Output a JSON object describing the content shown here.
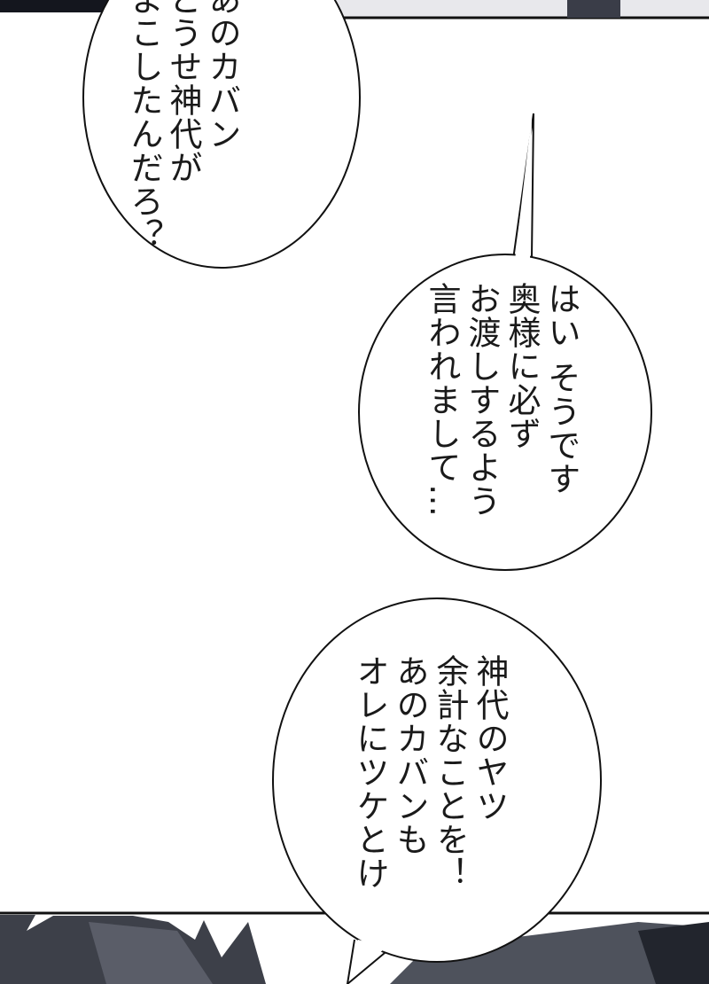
{
  "bubbles": [
    {
      "lines": [
        "あのカバン",
        "どうせ神代が",
        "よこしたんだろ？"
      ]
    },
    {
      "lines": [
        "はい そうです",
        "奥様に必ず",
        "お渡しするよう",
        "言われまして…"
      ]
    },
    {
      "lines": [
        "神代のヤツ",
        "余計なことを！",
        "あのカバンも",
        "オレにツケとけ"
      ]
    }
  ],
  "colors": {
    "panel_dark": "#2a2d38",
    "hair": "#4a4d58"
  }
}
